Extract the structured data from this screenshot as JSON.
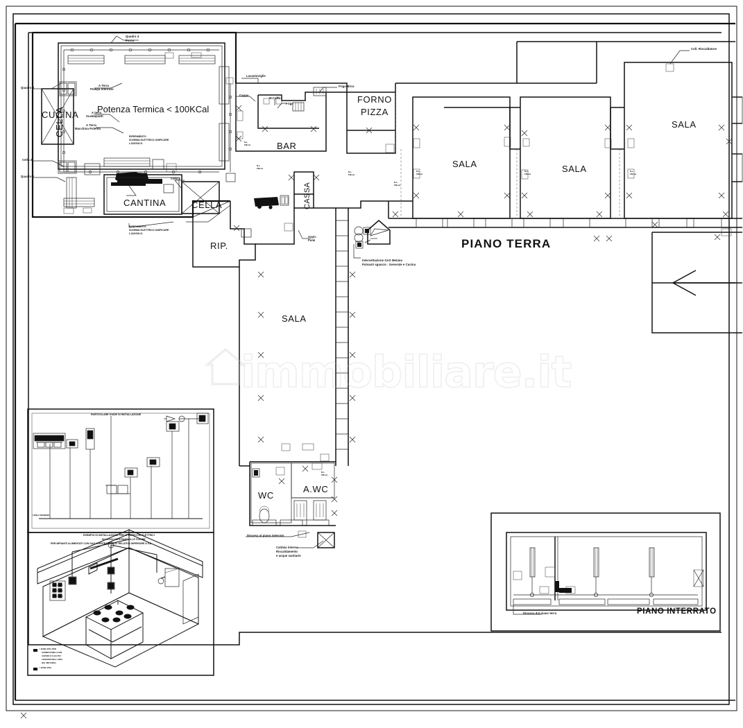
{
  "document": {
    "type": "planimetria",
    "watermark": "immobiliare.it",
    "floors": [
      {
        "id": "piano-terra",
        "label": "PIANO TERRA"
      },
      {
        "id": "piano-interrato",
        "label": "PIANO INTERRATO"
      }
    ]
  },
  "rooms": [
    {
      "id": "cucina",
      "label": "CUCINA",
      "note": "Potenza Termica < 100KCal"
    },
    {
      "id": "cella-1",
      "label": "CELLA"
    },
    {
      "id": "cella-2",
      "label": "CELLA"
    },
    {
      "id": "cantina",
      "label": "CANTINA"
    },
    {
      "id": "rip",
      "label": "RIP."
    },
    {
      "id": "bar",
      "label": "BAR"
    },
    {
      "id": "forno-pizza",
      "label": "FORNO\nPIZZA",
      "line1": "FORNO",
      "line2": "PIZZA"
    },
    {
      "id": "cassa",
      "label": "CASSA"
    },
    {
      "id": "sala-main",
      "label": "SALA"
    },
    {
      "id": "sala-1",
      "label": "SALA"
    },
    {
      "id": "sala-2",
      "label": "SALA"
    },
    {
      "id": "sala-3",
      "label": "SALA"
    },
    {
      "id": "wc",
      "label": "WC"
    },
    {
      "id": "awc",
      "label": "A.WC"
    }
  ],
  "annotations": {
    "quadro_4_forno": "Quadro 4\nForno",
    "quadro_4_l1": "Quadro 4",
    "quadro_4_l2": "Forno",
    "quadro_3": "Quadro 3",
    "quadro_2": "Quadro 2",
    "quadro_1": "Quadro 1",
    "cella_2": "Cella 2",
    "cella_1": "Cella 1",
    "a_terra_pompa_l1": "A Terra",
    "a_terra_pompa_l2": "Pompa Interrato",
    "a_terra_scaldapiatti_l1": "A terra",
    "a_terra_scaldapiatti_l2": "Scaldapiatti",
    "a_terra_macchina_l1": "A Terra",
    "a_terra_macchina_l2": "Macchina Polenta",
    "riferimento_l1": "RIFERIMENTO",
    "riferimento_l2": "SCHEMA ELETTRICO UNIFICARE",
    "riferimento_l3": "L132/SIG.G.",
    "lavastoviglie": "Lavastoviglie",
    "cappa": "Cappa",
    "m_caffe": "M.Caffè",
    "frigo": "Frigo",
    "frigo_birra": "Frigo Birra",
    "coll_riscaldatore": "Coll. Riscaldatore",
    "aspir_fumi_l1": "Aspir.",
    "aspir_fumi_l2": "Fumi",
    "gas_metano_l1": "Intercettazione GAS Metano",
    "gas_metano_l2": "Pulsanti sgancio : Generale e Cucina",
    "discesa_piano_interrato": "Discesa al piano interrato",
    "caldaia_l1": "Caldaia interna",
    "caldaia_l2": "Riscaldamento",
    "caldaia_l3": "e acque sanitarie",
    "discesa_dal_piano_terra": "Discesa dal piano terra",
    "na_ric_l1": "N.L.",
    "na_ric_l2": "FM-ret"
  },
  "detail_panels": {
    "top": {
      "title": "PARTICOLARE GUIDE DI INSTALLAZIONE",
      "baseline_label": "LINEA TERRENO"
    },
    "bottom": {
      "caption_l1": "ESEMPIO DI INSTALLAZIONE PER APPARECCHI ELETTRICI",
      "caption_l2": "IN LOCALI DESTINATI ALLE CUCINE",
      "caption_l3": "PER IMPIANTI ALIMENTATI CON GAS AVENTE DENSITA' RELATIVA INFERIORE A 0,8",
      "legend_l1": "= ZONA IP44 PER",
      "legend_l2": "COMBUSTIBILI CON",
      "legend_l3": "VAPORI O GAS PIU'",
      "legeng_l4": "LEGGERI DELL'ARIA",
      "legend_l5": "(ES. METANO)",
      "legend_l6": "= ZONA IP40"
    }
  },
  "colors": {
    "ink": "#111111",
    "line": "#1a1a1a",
    "watermark": "#c9c9c9",
    "paper": "#ffffff"
  }
}
